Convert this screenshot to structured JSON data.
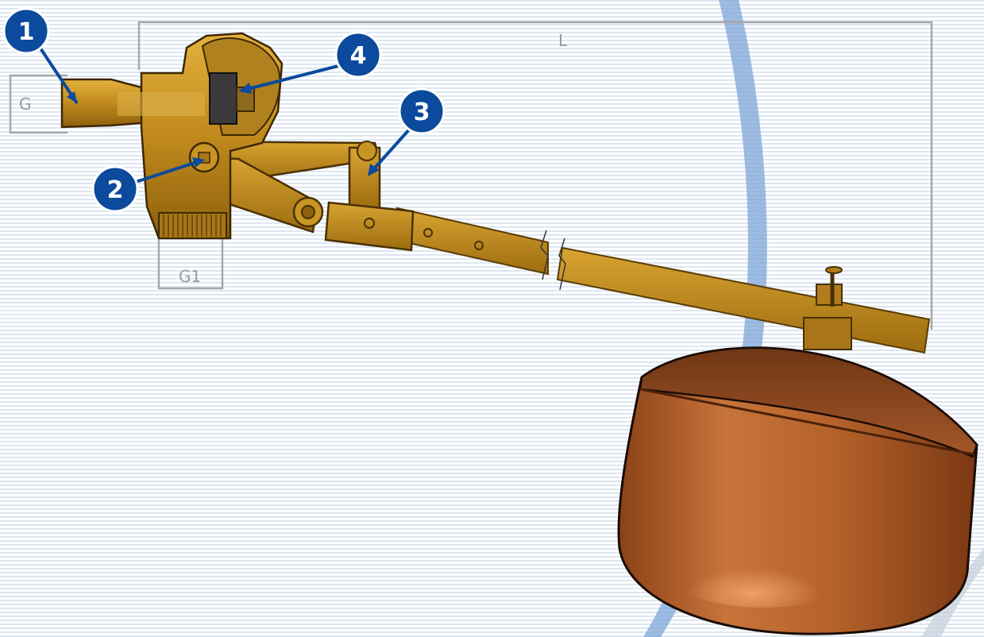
{
  "dimensions": {
    "g_label": "G",
    "g1_label": "G1",
    "l_label": "L"
  },
  "callouts": [
    {
      "number": "1"
    },
    {
      "number": "2"
    },
    {
      "number": "3"
    },
    {
      "number": "4"
    }
  ],
  "colors": {
    "brass": "#c08a1c",
    "brass_dark": "#7a520a",
    "copper": "#b5622a",
    "callout_blue": "#0b4a9c",
    "dimension_gray": "#a7a7a7"
  }
}
